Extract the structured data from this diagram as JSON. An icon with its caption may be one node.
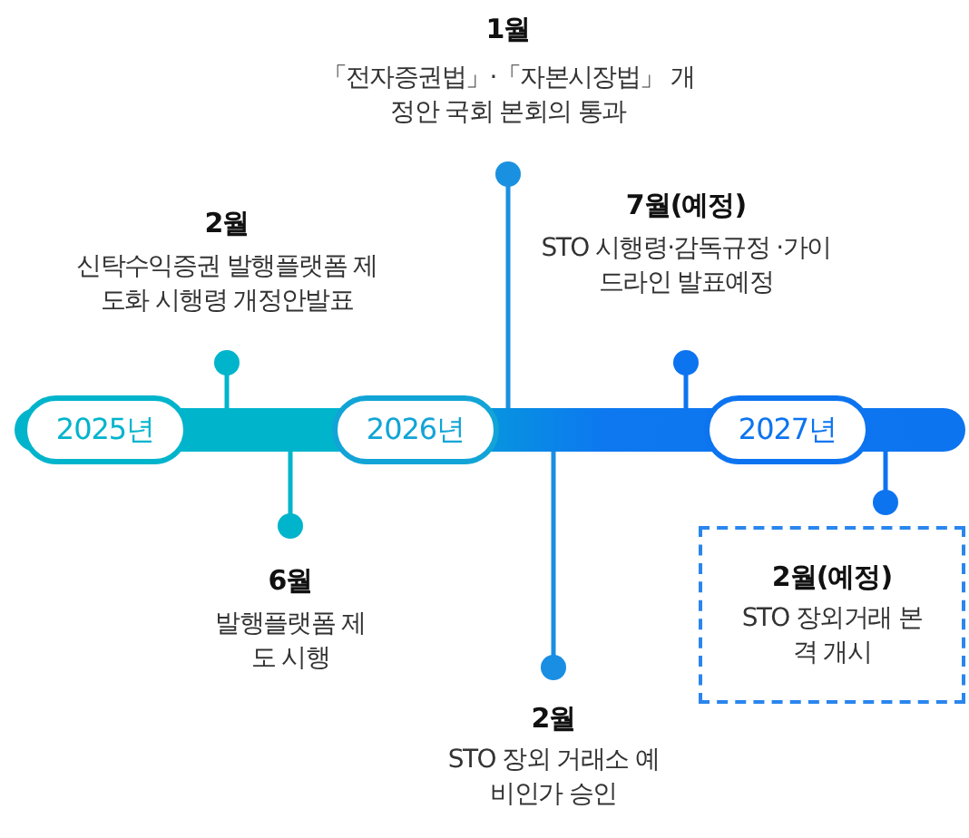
{
  "diagram": {
    "nodes": [
      {
        "text": [
          "2025년"
        ]
      },
      {
        "text": [
          "2026년"
        ]
      },
      {
        "text": [
          "2027년"
        ]
      },
      {
        "text": [
          "2월(예정)",
          "STO 장외거래 본격 개시"
        ]
      }
    ],
    "edges": [],
    "labels": [
      "1월",
      "「전자증권법」·「자본시장법」 개정안 국회 본회의 통과",
      "2월",
      "신탁수익증권 발행플랫폼 제도화 시행령 개정안발표",
      "7월(예정)",
      "STO 시행령·감독규정 ·가이드라인 발표예정",
      "6월",
      "발행플랫폼 제도 시행",
      "2월",
      "STO 장외 거래소 예비인가 승인"
    ]
  }
}
